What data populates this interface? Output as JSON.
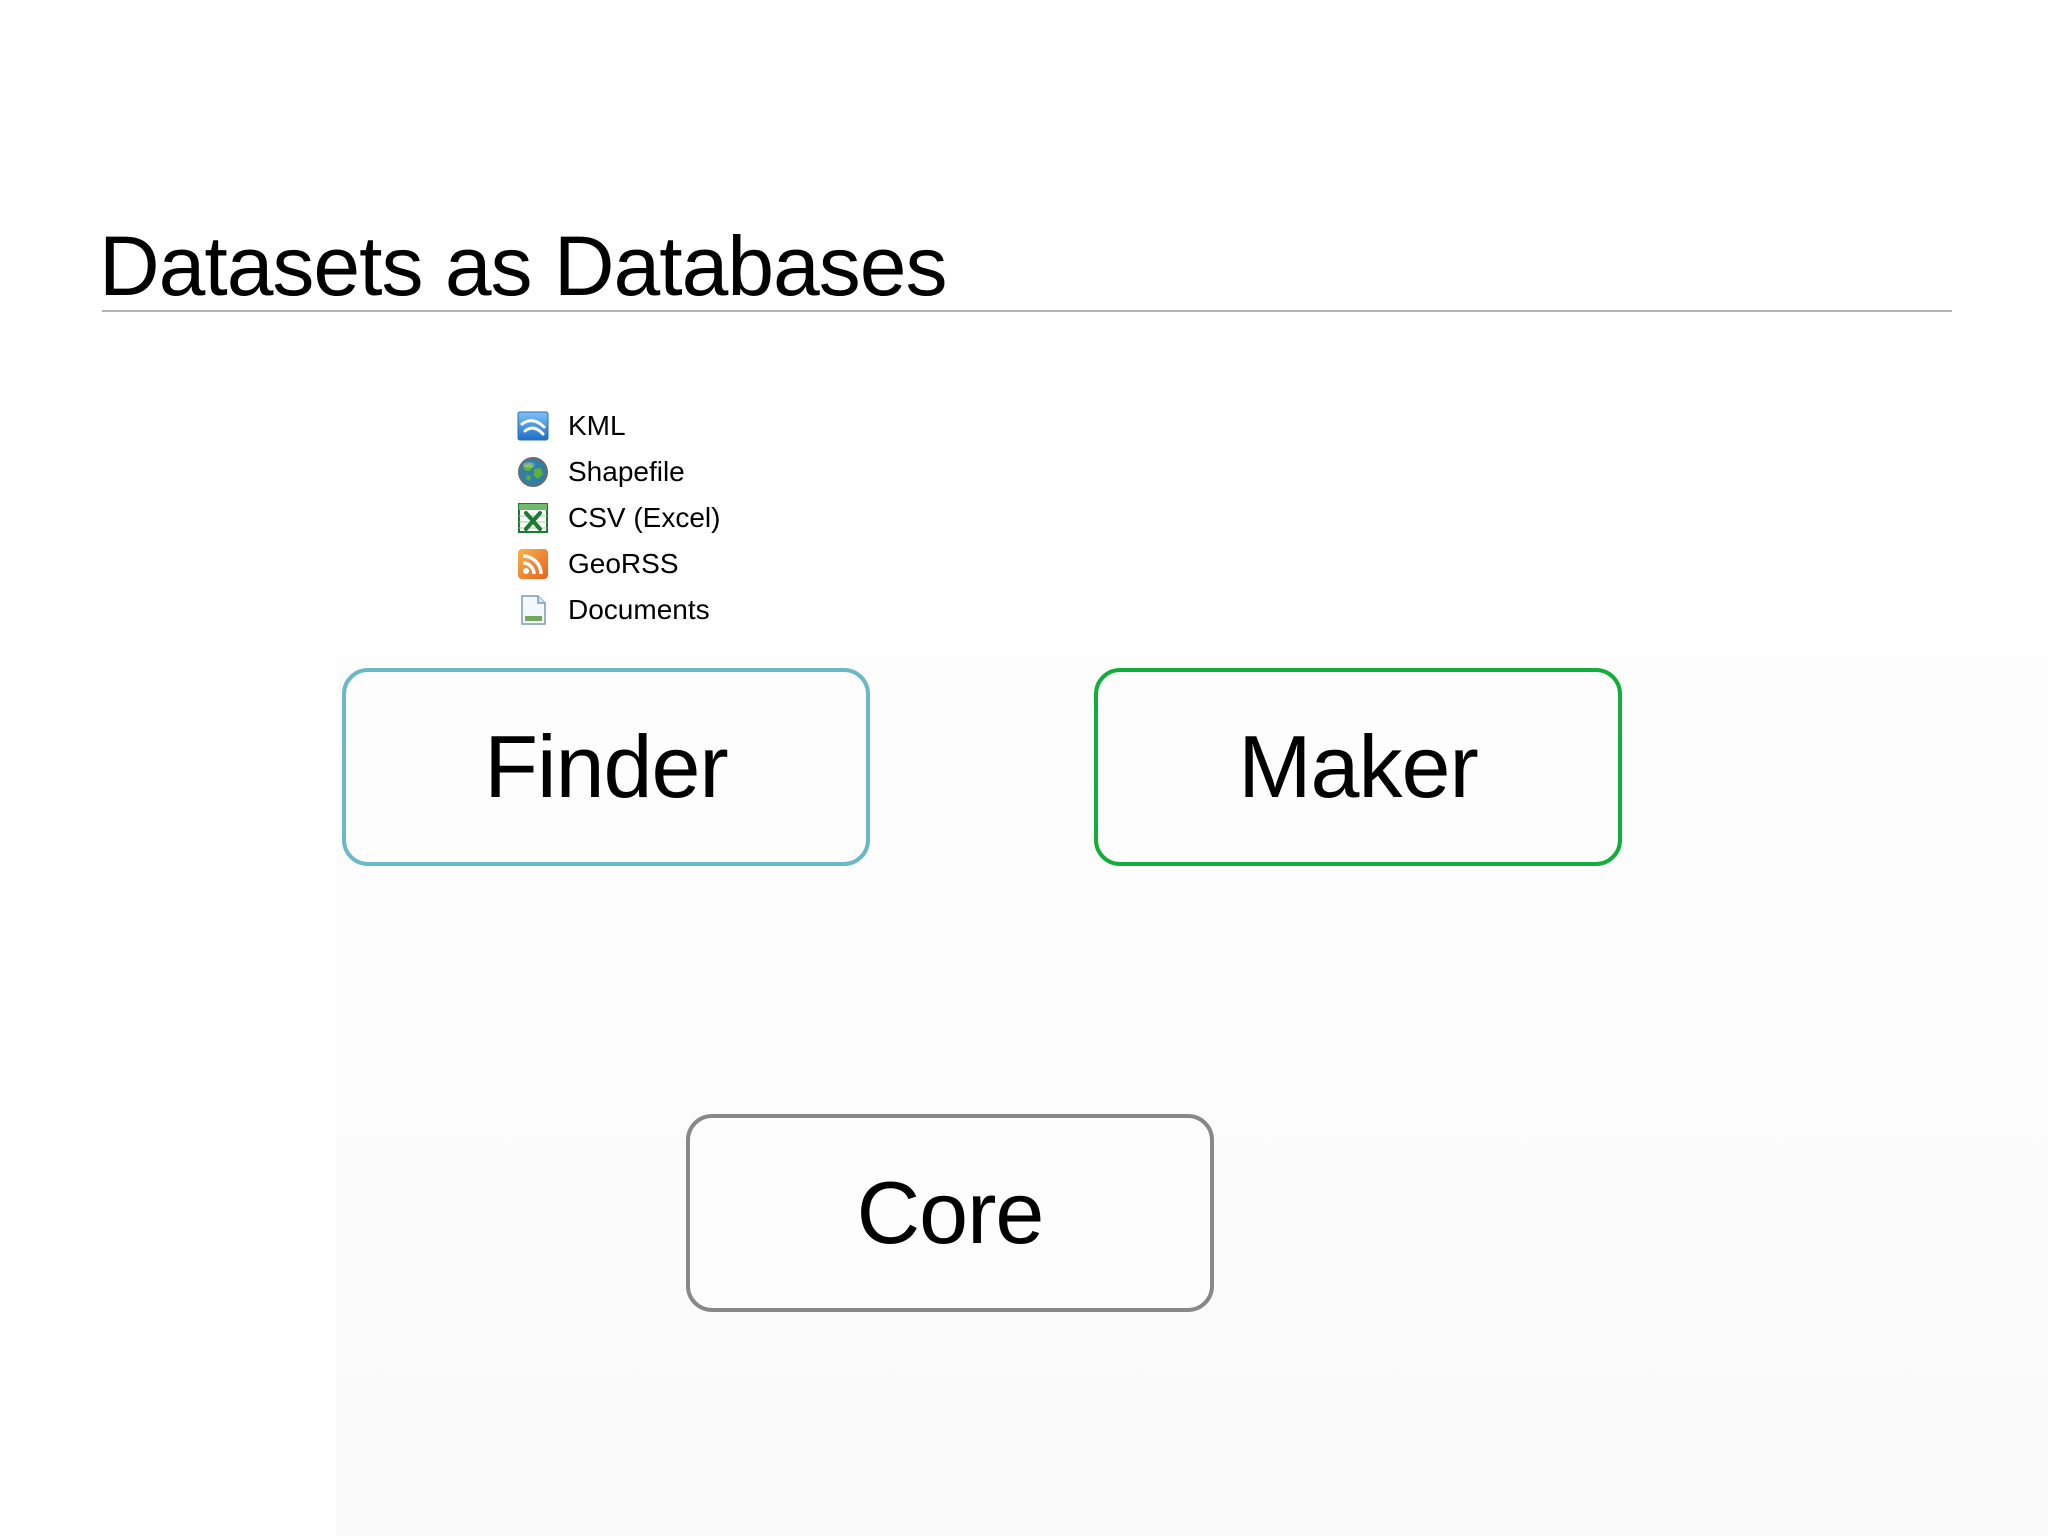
{
  "slide": {
    "title": "Datasets as Databases"
  },
  "formats": [
    {
      "label": "KML",
      "icon": "kml-icon"
    },
    {
      "label": "Shapefile",
      "icon": "globe-icon"
    },
    {
      "label": "CSV (Excel)",
      "icon": "excel-icon"
    },
    {
      "label": "GeoRSS",
      "icon": "rss-icon"
    },
    {
      "label": "Documents",
      "icon": "document-icon"
    }
  ],
  "boxes": {
    "finder": {
      "label": "Finder",
      "border_color": "#6ab8c8"
    },
    "maker": {
      "label": "Maker",
      "border_color": "#13ad3b"
    },
    "core": {
      "label": "Core",
      "border_color": "#888888"
    }
  }
}
